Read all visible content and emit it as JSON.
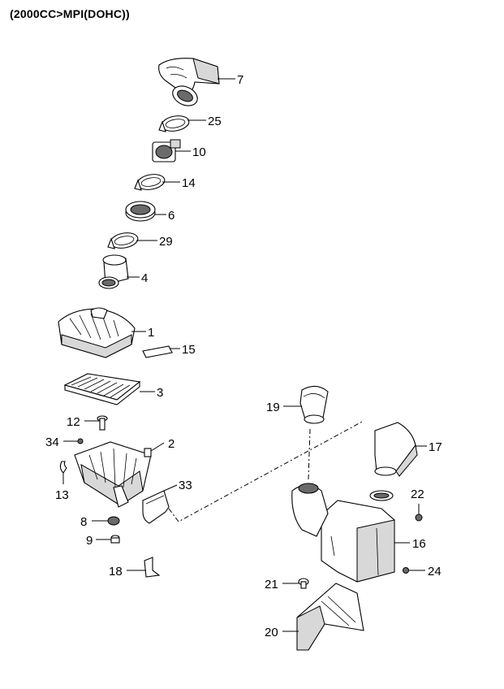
{
  "title": "(2000CC>MPI(DOHC))",
  "parts": [
    {
      "id": "p7",
      "number": "7"
    },
    {
      "id": "p25",
      "number": "25"
    },
    {
      "id": "p10",
      "number": "10"
    },
    {
      "id": "p14",
      "number": "14"
    },
    {
      "id": "p6",
      "number": "6"
    },
    {
      "id": "p29",
      "number": "29"
    },
    {
      "id": "p4",
      "number": "4"
    },
    {
      "id": "p1",
      "number": "1"
    },
    {
      "id": "p15",
      "number": "15"
    },
    {
      "id": "p3",
      "number": "3"
    },
    {
      "id": "p12",
      "number": "12"
    },
    {
      "id": "p2",
      "number": "2"
    },
    {
      "id": "p34",
      "number": "34"
    },
    {
      "id": "p13",
      "number": "13"
    },
    {
      "id": "p33",
      "number": "33"
    },
    {
      "id": "p8",
      "number": "8"
    },
    {
      "id": "p9",
      "number": "9"
    },
    {
      "id": "p18",
      "number": "18"
    },
    {
      "id": "p19",
      "number": "19"
    },
    {
      "id": "p17",
      "number": "17"
    },
    {
      "id": "p22",
      "number": "22"
    },
    {
      "id": "p16",
      "number": "16"
    },
    {
      "id": "p24",
      "number": "24"
    },
    {
      "id": "p21",
      "number": "21"
    },
    {
      "id": "p20",
      "number": "20"
    }
  ]
}
